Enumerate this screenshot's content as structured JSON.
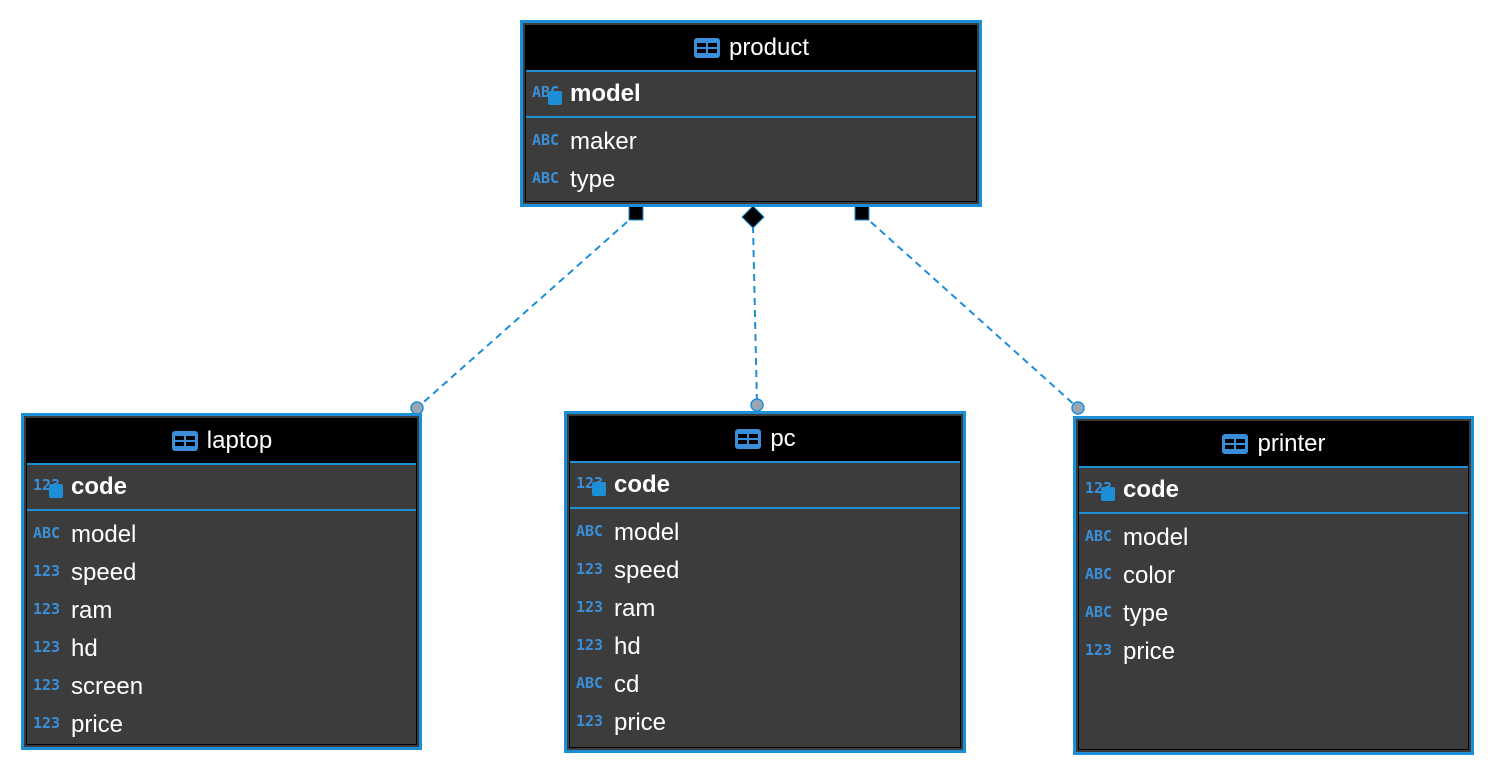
{
  "icons": {
    "table": "table-icon",
    "key": "key-icon"
  },
  "colors": {
    "accent": "#1d8fd6",
    "header_bg": "#000000",
    "body_bg": "#3c3c3c",
    "type_badge": "#3a8fd8",
    "connector_end": "#9aa7b2"
  },
  "entities": {
    "product": {
      "title": "product",
      "pk": {
        "type": "ABC",
        "name": "model"
      },
      "columns": [
        {
          "type": "ABC",
          "name": "maker"
        },
        {
          "type": "ABC",
          "name": "type"
        }
      ]
    },
    "laptop": {
      "title": "laptop",
      "pk": {
        "type": "123",
        "name": "code"
      },
      "columns": [
        {
          "type": "ABC",
          "name": "model"
        },
        {
          "type": "123",
          "name": "speed"
        },
        {
          "type": "123",
          "name": "ram"
        },
        {
          "type": "123",
          "name": "hd"
        },
        {
          "type": "123",
          "name": "screen"
        },
        {
          "type": "123",
          "name": "price"
        }
      ]
    },
    "pc": {
      "title": "pc",
      "pk": {
        "type": "123",
        "name": "code"
      },
      "columns": [
        {
          "type": "ABC",
          "name": "model"
        },
        {
          "type": "123",
          "name": "speed"
        },
        {
          "type": "123",
          "name": "ram"
        },
        {
          "type": "123",
          "name": "hd"
        },
        {
          "type": "ABC",
          "name": "cd"
        },
        {
          "type": "123",
          "name": "price"
        }
      ]
    },
    "printer": {
      "title": "printer",
      "pk": {
        "type": "123",
        "name": "code"
      },
      "columns": [
        {
          "type": "ABC",
          "name": "model"
        },
        {
          "type": "ABC",
          "name": "color"
        },
        {
          "type": "ABC",
          "name": "type"
        },
        {
          "type": "123",
          "name": "price"
        }
      ]
    }
  },
  "relationships": [
    {
      "from": "product",
      "to": "laptop"
    },
    {
      "from": "product",
      "to": "pc"
    },
    {
      "from": "product",
      "to": "printer"
    }
  ]
}
